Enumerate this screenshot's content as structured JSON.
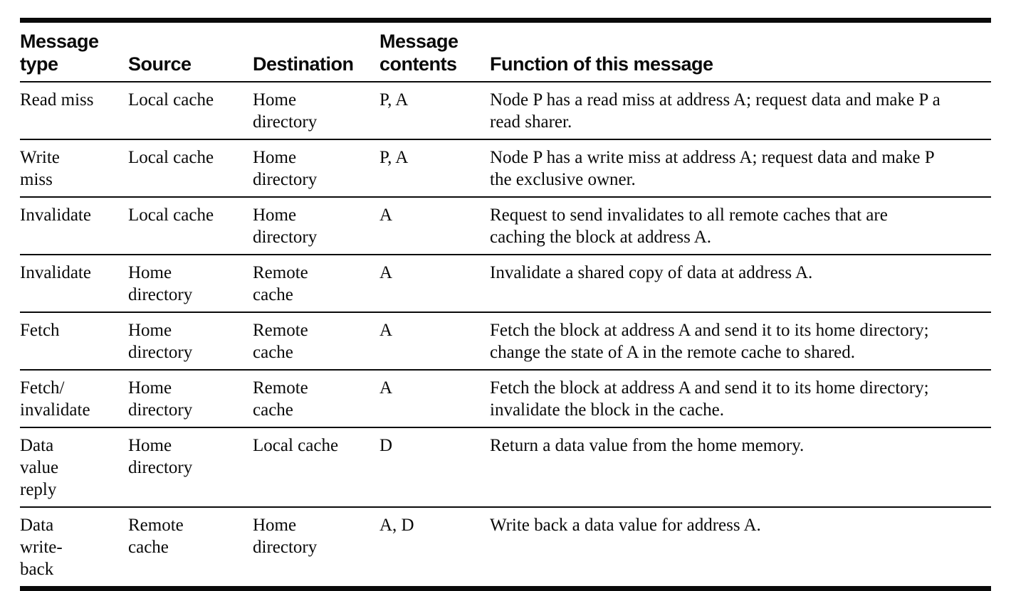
{
  "table": {
    "columns": [
      {
        "key": "message_type",
        "label": "Message\ntype"
      },
      {
        "key": "source",
        "label": "Source"
      },
      {
        "key": "destination",
        "label": "Destination"
      },
      {
        "key": "message_contents",
        "label": "Message\ncontents"
      },
      {
        "key": "function",
        "label": "Function of this message"
      }
    ],
    "rows": [
      {
        "message_type": "Read miss",
        "source": "Local cache",
        "destination": "Home\ndirectory",
        "message_contents": "P, A",
        "function": "Node P has a read miss at address A; request data and make P a\nread sharer."
      },
      {
        "message_type": "Write\nmiss",
        "source": "Local cache",
        "destination": "Home\ndirectory",
        "message_contents": "P, A",
        "function": "Node P has a write miss at address A; request data and make P\nthe exclusive owner."
      },
      {
        "message_type": "Invalidate",
        "source": "Local cache",
        "destination": "Home\ndirectory",
        "message_contents": "A",
        "function": "Request to send invalidates to all remote caches that are\ncaching the block at address A."
      },
      {
        "message_type": "Invalidate",
        "source": "Home\ndirectory",
        "destination": "Remote\ncache",
        "message_contents": "A",
        "function": "Invalidate a shared copy of data at address A."
      },
      {
        "message_type": "Fetch",
        "source": "Home\ndirectory",
        "destination": "Remote\ncache",
        "message_contents": "A",
        "function": "Fetch the block at address A and send it to its home directory;\nchange the state of A in the remote cache to shared."
      },
      {
        "message_type": "Fetch/\ninvalidate",
        "source": "Home\ndirectory",
        "destination": "Remote\ncache",
        "message_contents": "A",
        "function": "Fetch the block at address A and send it to its home directory;\ninvalidate the block in the cache."
      },
      {
        "message_type": "Data\nvalue\nreply",
        "source": "Home\ndirectory",
        "destination": "Local cache",
        "message_contents": "D",
        "function": "Return a data value from the home memory."
      },
      {
        "message_type": "Data\nwrite-\nback",
        "source": "Remote\ncache",
        "destination": "Home\ndirectory",
        "message_contents": "A, D",
        "function": "Write back a data value for address A."
      }
    ]
  }
}
